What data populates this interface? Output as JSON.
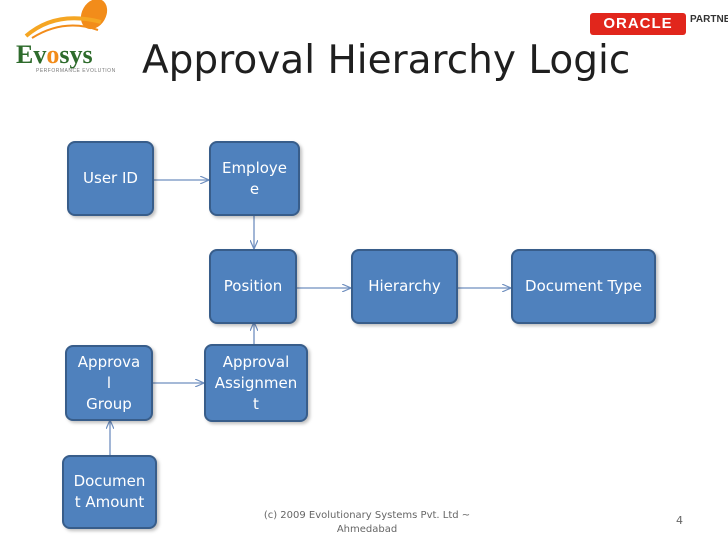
{
  "logo": {
    "name_prefix": "Ev",
    "name_mid": "o",
    "name_suffix": "sys",
    "tagline": "PERFORMANCE EVOLUTION"
  },
  "partner": {
    "oracle_label": "ORACLE",
    "partner_label": "PARTNER"
  },
  "title": "Approval Hierarchy Logic",
  "nodes": {
    "user_id": "User ID",
    "employee": "Employe\ne",
    "position": "Position",
    "hierarchy": "Hierarchy",
    "document_type": "Document Type",
    "approval_group": "Approva\nl\nGroup",
    "approval_assignment": "Approval\nAssignmen\nt",
    "document_amount": "Documen\nt Amount"
  },
  "footer": "(c) 2009 Evolutionary Systems Pvt. Ltd ~ Ahmedabad",
  "page_number": "4",
  "colors": {
    "box_fill": "#4f81bd",
    "box_border": "#385d8a",
    "arrow": "#6f8fbf",
    "oracle_red": "#e1261c"
  }
}
